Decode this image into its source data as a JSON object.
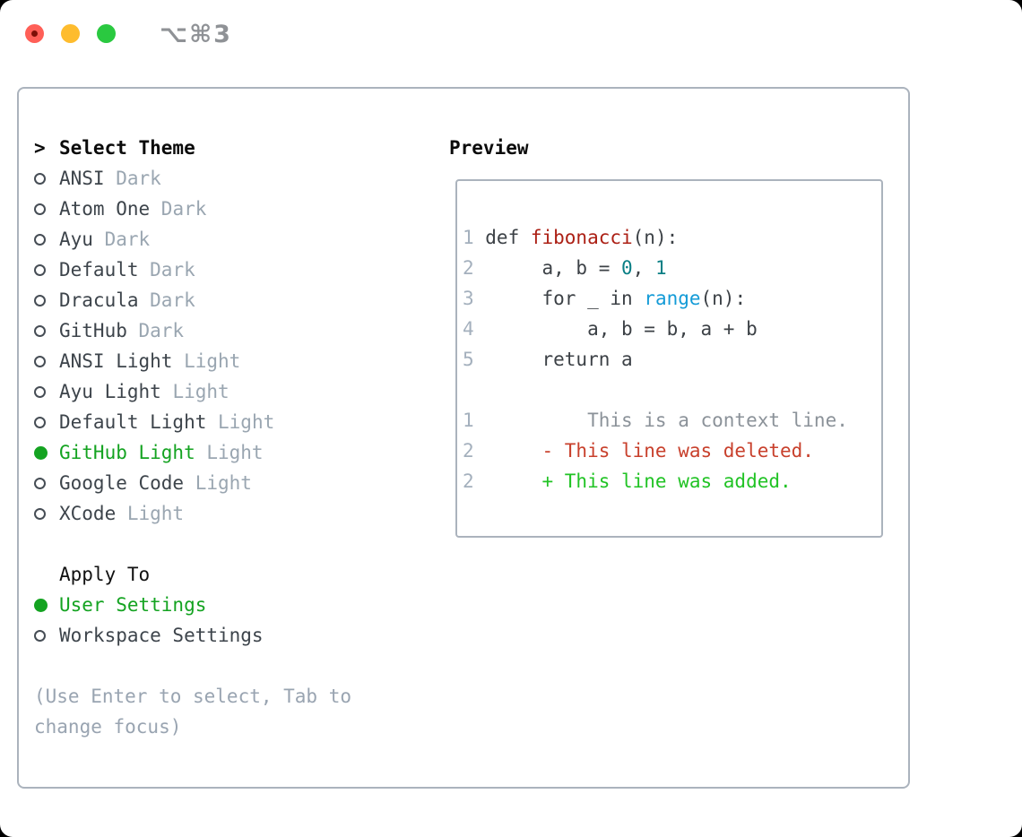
{
  "window": {
    "title": "⌥⌘3"
  },
  "theme_selector": {
    "header_prefix": ">",
    "header": "Select Theme",
    "items": [
      {
        "name": "ANSI",
        "variant": "Dark",
        "selected": false
      },
      {
        "name": "Atom One",
        "variant": "Dark",
        "selected": false
      },
      {
        "name": "Ayu",
        "variant": "Dark",
        "selected": false
      },
      {
        "name": "Default",
        "variant": "Dark",
        "selected": false
      },
      {
        "name": "Dracula",
        "variant": "Dark",
        "selected": false
      },
      {
        "name": "GitHub",
        "variant": "Dark",
        "selected": false
      },
      {
        "name": "ANSI Light",
        "variant": "Light",
        "selected": false
      },
      {
        "name": "Ayu Light",
        "variant": "Light",
        "selected": false
      },
      {
        "name": "Default Light",
        "variant": "Light",
        "selected": false
      },
      {
        "name": "GitHub Light",
        "variant": "Light",
        "selected": true
      },
      {
        "name": "Google Code",
        "variant": "Light",
        "selected": false
      },
      {
        "name": "XCode",
        "variant": "Light",
        "selected": false
      }
    ],
    "apply_to": {
      "header": "Apply To",
      "options": [
        {
          "label": "User Settings",
          "selected": true
        },
        {
          "label": "Workspace Settings",
          "selected": false
        }
      ]
    },
    "hint": "(Use Enter to select, Tab to change focus)"
  },
  "preview": {
    "header": "Preview",
    "lines": [
      {
        "num": "1",
        "segments": [
          {
            "t": "def ",
            "c": "code"
          },
          {
            "t": "fibonacci",
            "c": "function"
          },
          {
            "t": "(n):",
            "c": "code"
          }
        ]
      },
      {
        "num": "2",
        "segments": [
          {
            "t": "     a, b = ",
            "c": "code"
          },
          {
            "t": "0",
            "c": "number"
          },
          {
            "t": ", ",
            "c": "code"
          },
          {
            "t": "1",
            "c": "number"
          }
        ]
      },
      {
        "num": "3",
        "segments": [
          {
            "t": "     for _ in ",
            "c": "code"
          },
          {
            "t": "range",
            "c": "builtin"
          },
          {
            "t": "(n):",
            "c": "code"
          }
        ]
      },
      {
        "num": "4",
        "segments": [
          {
            "t": "         a, b = b, a + b",
            "c": "code"
          }
        ]
      },
      {
        "num": "5",
        "segments": [
          {
            "t": "     return a",
            "c": "code"
          }
        ]
      },
      {
        "num": "",
        "segments": []
      },
      {
        "num": "1",
        "segments": [
          {
            "t": "         This is a context line.",
            "c": "context"
          }
        ]
      },
      {
        "num": "2",
        "segments": [
          {
            "t": "     - This line was deleted.",
            "c": "deleted"
          }
        ]
      },
      {
        "num": "2",
        "segments": [
          {
            "t": "     + This line was added.",
            "c": "added"
          }
        ]
      }
    ]
  },
  "colors": {
    "selected_green": "#14a321",
    "added_green": "#21c325",
    "deleted_red": "#c8402c",
    "function_red": "#ac2015",
    "number_teal": "#0a7f85",
    "builtin_blue": "#149bd7",
    "context_gray": "#8b9299",
    "line_number_gray": "#a4b0bd",
    "code_dark": "#3c4146",
    "label_dark": "#3d444b",
    "variant_gray": "#9aa6b1",
    "hint_gray": "#99a4b1",
    "border_gray": "#abb3bd",
    "title_gray": "#8f9296",
    "traffic_red": "#ff5f57",
    "traffic_yellow": "#febc2e",
    "traffic_green": "#2ac940"
  }
}
